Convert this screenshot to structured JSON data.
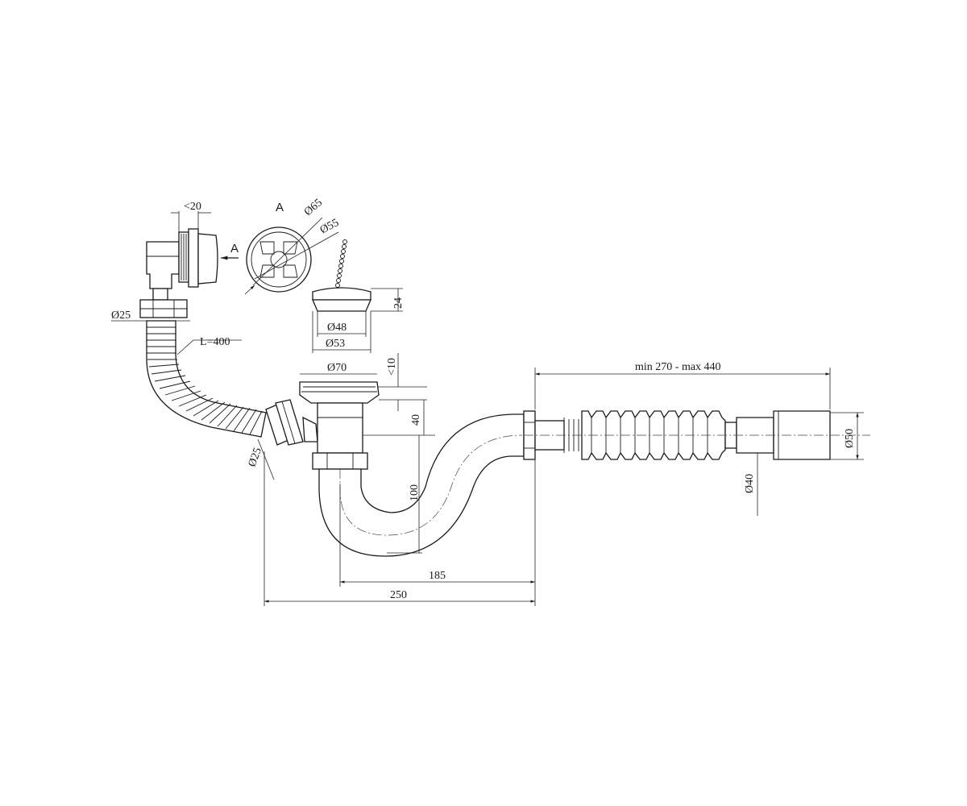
{
  "diagram": {
    "dimensions": {
      "overflow_depth": "<20",
      "view_marker": "A",
      "view_arrow": "A",
      "grate_outer": "Ø65",
      "grate_inner": "Ø55",
      "overflow_pipe_dia": "Ø25",
      "hose_length": "L=400",
      "plug_height": "24",
      "plug_dia_inner": "Ø48",
      "plug_dia_outer": "Ø53",
      "drain_flange": "Ø70",
      "flange_height": "<10",
      "drain_depth": "40",
      "trap_depth": "100",
      "waste_inlet_dia": "Ø25",
      "extension": "min 270 - max 440",
      "outlet_dia": "Ø50",
      "hose_dia": "Ø40",
      "center_span": "185",
      "total_span": "250"
    }
  }
}
